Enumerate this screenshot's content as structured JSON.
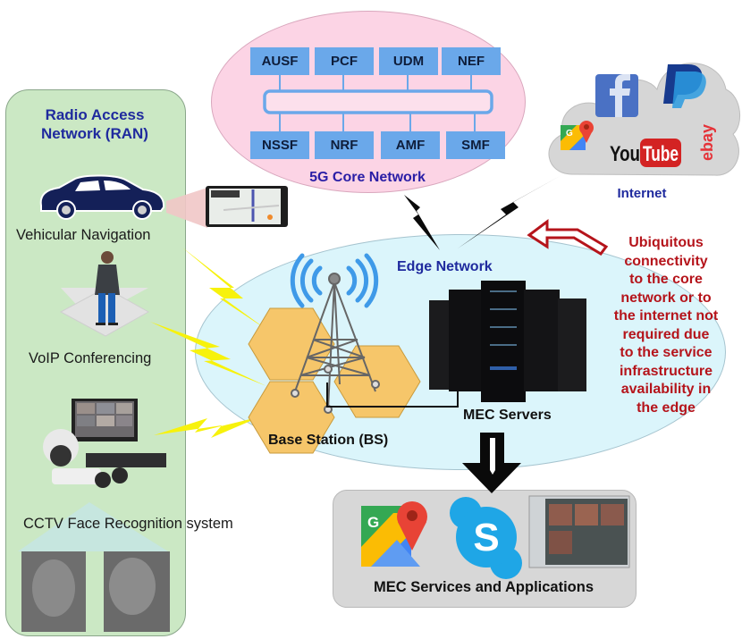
{
  "ran": {
    "title_line1": "Radio Access",
    "title_line2": "Network (RAN)",
    "devices": [
      {
        "label": "Vehicular Navigation",
        "icon": "car-icon"
      },
      {
        "label": "VoIP Conferencing",
        "icon": "person-on-phone-icon"
      },
      {
        "label": "CCTV Face Recognition system",
        "icon": "cctv-camera-icon"
      }
    ]
  },
  "core": {
    "title": "5G Core Network",
    "top_functions": [
      "AUSF",
      "PCF",
      "UDM",
      "NEF"
    ],
    "bottom_functions": [
      "NSSF",
      "NRF",
      "AMF",
      "SMF"
    ]
  },
  "internet": {
    "title": "Internet",
    "logos": [
      "facebook-logo",
      "paypal-logo",
      "google-maps-logo",
      "youtube-logo",
      "ebay-logo"
    ],
    "youtube_you": "You",
    "youtube_tube": "Tube",
    "ebay": "ebay"
  },
  "edge": {
    "title": "Edge Network",
    "base_station_label": "Base Station (BS)",
    "servers_label": "MEC Servers"
  },
  "note": {
    "lines": [
      "Ubiquitous",
      "connectivity",
      "to the core",
      "network or to",
      "the internet not",
      "required due",
      "to the service",
      "infrastructure",
      "availability in",
      "the edge"
    ]
  },
  "services": {
    "title": "MEC Services and Applications",
    "apps": [
      "google-maps-app",
      "skype-app",
      "video-conference-app"
    ]
  },
  "colors": {
    "ran_bg": "#cbe8c4",
    "core_bg": "#fcd4e5",
    "nf_box": "#6aa8ea",
    "edge_bg": "#dbf5fb",
    "hexagon": "#f6c66a",
    "lightning_yellow": "#f7f20c",
    "note_red": "#b5141b",
    "title_blue": "#1f2a9e"
  }
}
